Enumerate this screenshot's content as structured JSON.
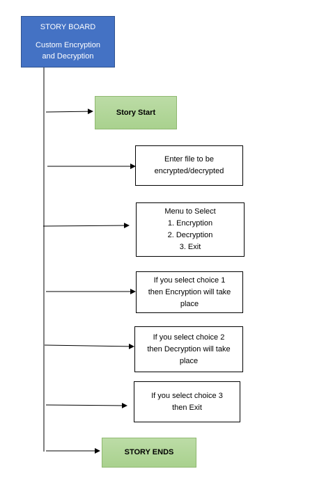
{
  "title_box": {
    "title": "STORY BOARD",
    "subtitle_line1": "Custom Encryption",
    "subtitle_line2": "and Decryption"
  },
  "steps": {
    "story_start": "Story Start",
    "enter_file": {
      "line1": "Enter file to be",
      "line2": "encrypted/decrypted"
    },
    "menu": {
      "heading": "Menu to Select",
      "option1": "1. Encryption",
      "option2": "2. Decryption",
      "option3": "3. Exit"
    },
    "choice1": {
      "line1": "If you select choice 1",
      "line2": "then Encryption will take",
      "line3": "place"
    },
    "choice2": {
      "line1": "If you select choice 2",
      "line2": "then Decryption will take",
      "line3": "place"
    },
    "choice3": {
      "line1": "If you select choice 3",
      "line2": "then Exit"
    },
    "story_ends": "STORY ENDS"
  },
  "colors": {
    "title_fill": "#4472c4",
    "green_fill": "#a9d18e",
    "line": "#000000"
  }
}
